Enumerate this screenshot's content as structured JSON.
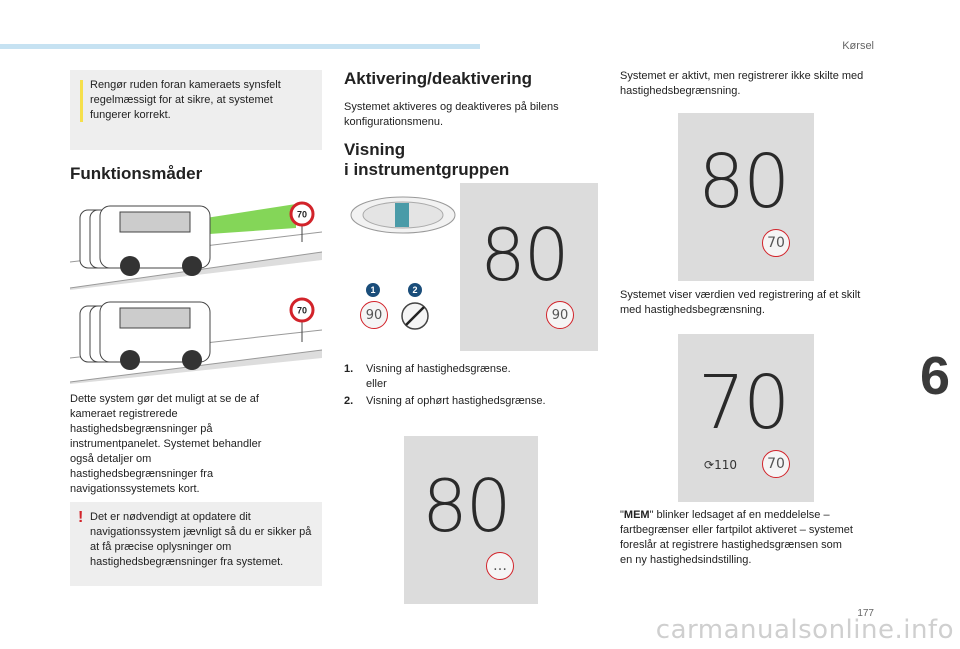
{
  "header": {
    "section": "Kørsel",
    "page": "177",
    "chapter": "6"
  },
  "watermark": "carmanualsonline.info",
  "col1": {
    "note_info": "Rengør ruden foran kameraets synsfelt regelmæssigt for at sikre, at systemet fungerer korrekt.",
    "heading": "Funktionsmåder",
    "sign_a": "70",
    "sign_b": "70",
    "body": "Dette system gør det muligt at se de af kameraet registrerede hastighedsbegrænsninger på instrumentpanelet. Systemet behandler også detaljer om hastighedsbegrænsninger fra navigationssystemets kort.",
    "note_warn": "Det er nødvendigt at opdatere dit navigationssystem jævnligt så du er sikker på at få præcise oplysninger om hastighedsbegrænsninger fra systemet."
  },
  "col2": {
    "heading1": "Aktivering/deaktivering",
    "para1": "Systemet aktiveres og deaktiveres på bilens konfigurationsmenu.",
    "heading2a": "Visning",
    "heading2b": "i instrumentgruppen",
    "panel1": {
      "speed": "80",
      "badge1": "1",
      "badge2": "2",
      "limit_left": "90",
      "limit_right": "90"
    },
    "list": [
      {
        "n": "1.",
        "text": "Visning af hastighedsgrænse.",
        "text2": "eller"
      },
      {
        "n": "2.",
        "text": "Visning af ophørt hastighedsgrænse."
      }
    ],
    "panel2": {
      "speed": "80",
      "limit": "…"
    }
  },
  "col3": {
    "para1": "Systemet er aktivt, men registrerer ikke skilte med hastighedsbegrænsning.",
    "panel1": {
      "speed": "80",
      "limit": "70"
    },
    "para2": "Systemet viser værdien ved registrering af et skilt med hastighedsbegrænsning.",
    "panel2": {
      "speed": "70",
      "cruise": "110",
      "limit": "70"
    },
    "para3_pre": "\"",
    "para3_mem": "MEM",
    "para3_post": "\" blinker ledsaget af en meddelelse – fartbegrænser eller fartpilot aktiveret – systemet foreslår at registrere hastighedsgrænsen som en ny hastighedsindstilling."
  },
  "colors": {
    "red": "#d2232a",
    "info_bar": "#f6e04b",
    "panel": "#dcdcdc",
    "beam": "#6fcf3b",
    "topbar": "#c6e2f2"
  }
}
